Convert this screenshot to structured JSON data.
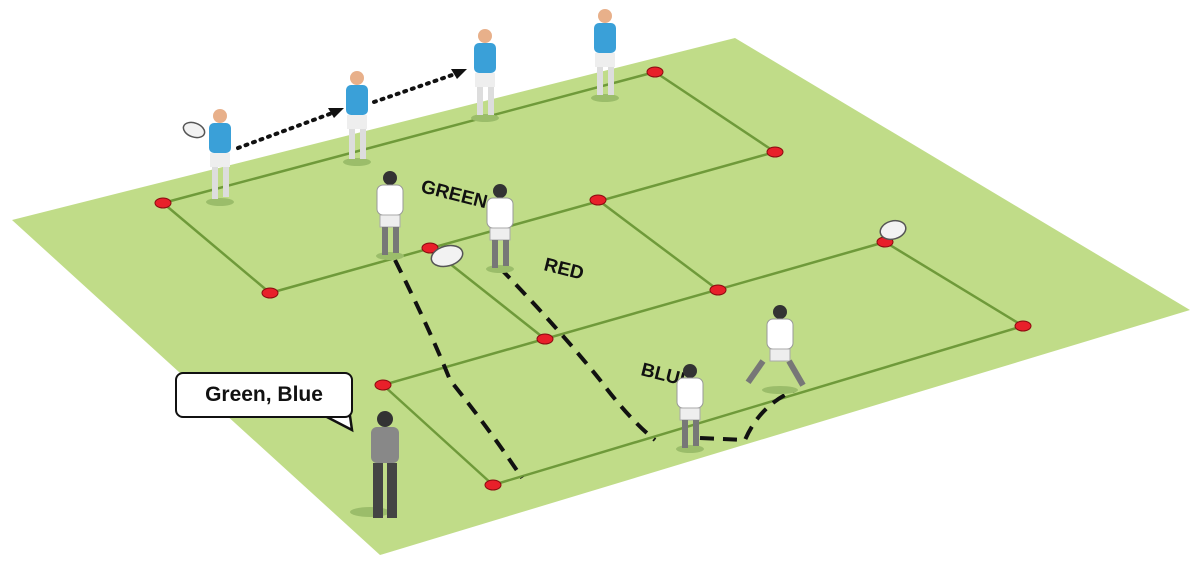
{
  "zones": {
    "green": "GREEN",
    "red": "RED",
    "blue": "BLUE"
  },
  "callout": {
    "text": "Green, Blue"
  },
  "colors": {
    "field": "#c0dc88",
    "lines": "#6f9a3a",
    "cone": "#e8202a",
    "attack_shirt": "#3aa0d8",
    "defence_shirt": "#ffffff",
    "coach_shirt": "#888888"
  }
}
